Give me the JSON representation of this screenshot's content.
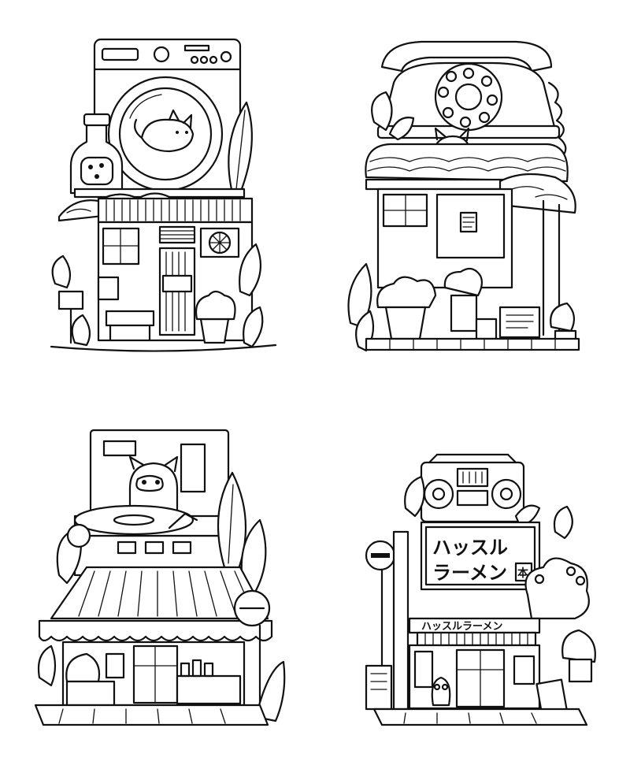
{
  "illustrations": [
    {
      "subject": "washing machine on top of a small house with a cat inside the drum",
      "icon": "washing-machine-house"
    },
    {
      "subject": "rotary telephone on top of a shop with a cat on the roof",
      "icon": "telephone-house"
    },
    {
      "subject": "record player on top of a shop with a raccoon",
      "icon": "record-player-house"
    },
    {
      "subject": "boombox on top of a ramen shop",
      "icon": "boombox-ramen-shop"
    }
  ],
  "ramen_shop": {
    "big_sign_line1": "ハッスル",
    "big_sign_line2": "ラーメン",
    "big_sign_badge": "本",
    "awning_sign": "ハッスルラーメン"
  },
  "palette": {
    "ink": "#111111",
    "paper": "#ffffff"
  }
}
